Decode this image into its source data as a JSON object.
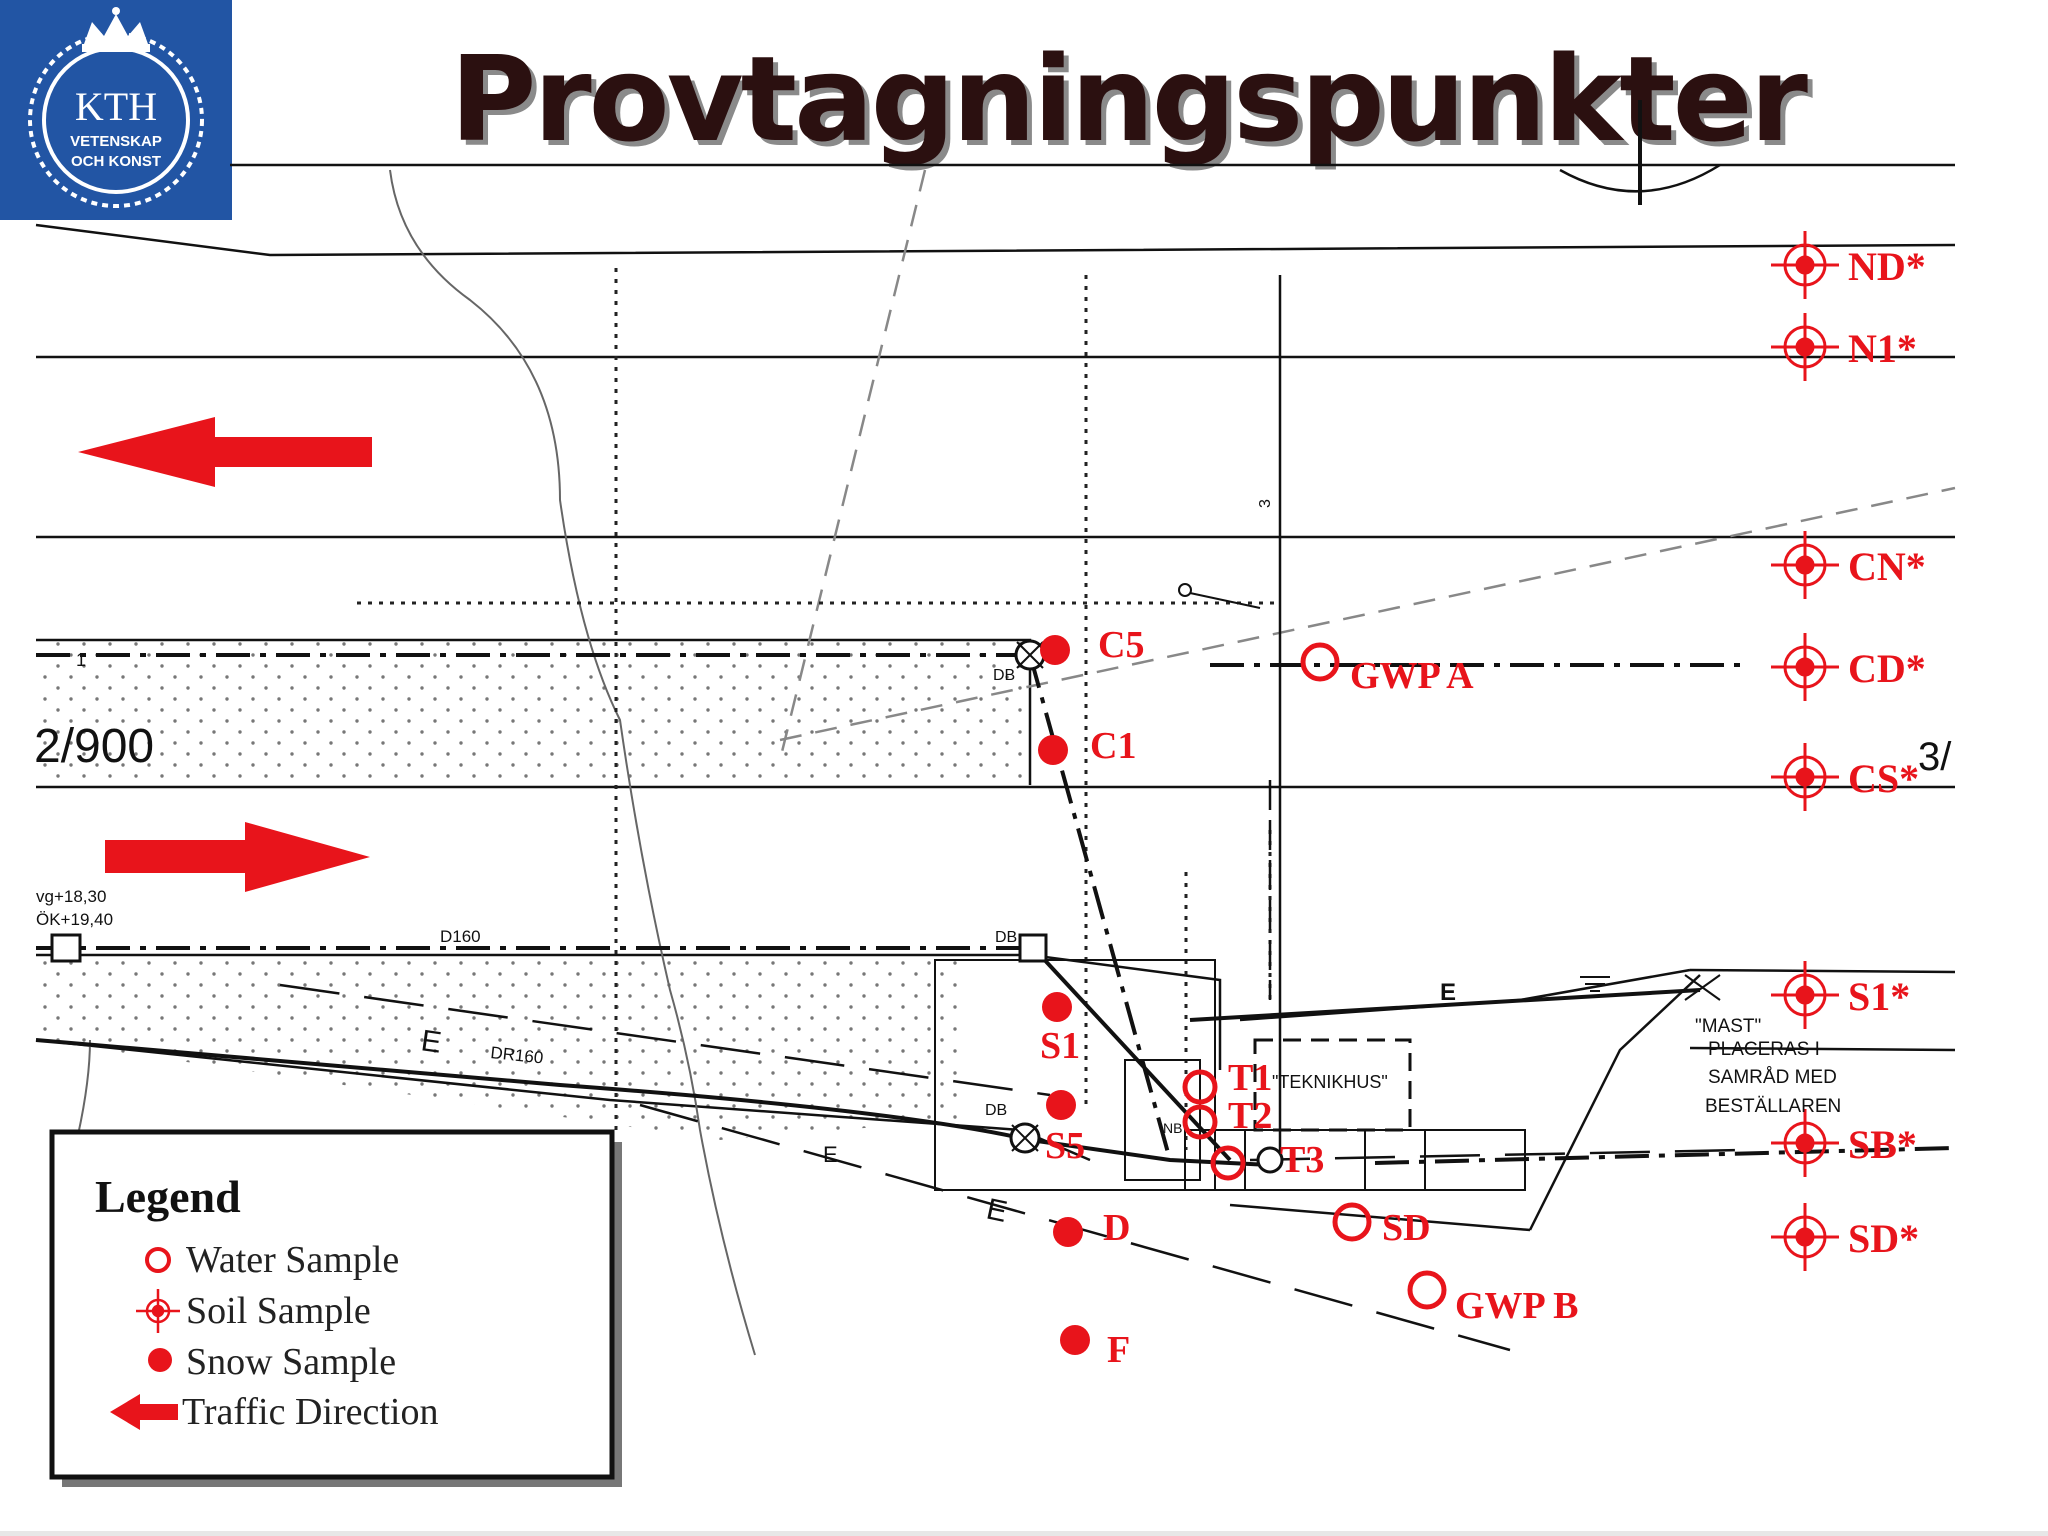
{
  "title": "Provtagningspunkter",
  "logo": {
    "name": "KTH",
    "line1": "VETENSKAP",
    "line2": "OCH KONST"
  },
  "colors": {
    "sample_red": "#e8141b",
    "logo_blue": "#2255a4",
    "title_dark": "#2b1010",
    "line_black": "#111111"
  },
  "legend": {
    "title": "Legend",
    "items": [
      {
        "symbol": "water-sample-icon",
        "label": "Water Sample"
      },
      {
        "symbol": "soil-sample-icon",
        "label": "Soil Sample"
      },
      {
        "symbol": "snow-sample-icon",
        "label": "Snow Sample"
      },
      {
        "symbol": "traffic-direction-icon",
        "label": "Traffic Direction"
      }
    ]
  },
  "sample_points": {
    "soil": [
      "ND*",
      "N1*",
      "CN*",
      "CD*",
      "CS*",
      "S1*",
      "SB*",
      "SD*"
    ],
    "water": [
      "GWP A",
      "T1",
      "T2",
      "T3",
      "SD",
      "GWP B"
    ],
    "snow": [
      "C5",
      "C1",
      "S1",
      "S5",
      "D",
      "F"
    ]
  },
  "drawing_labels": {
    "road_number": "2/900",
    "edge_fragment": "3/",
    "level_1": "vg+18,30",
    "level_2": "ÖK+19,40",
    "pipe_d160": "D160",
    "pipe_dr160": "DR160",
    "db": "DB",
    "nb": "NB",
    "cable_e": "E",
    "marker_3": "3",
    "tick_1": "1",
    "building": "\"TEKNIKHUS\"",
    "mast_note": [
      "\"MAST\"",
      "PLACERAS I",
      "SAMRÅD MED",
      "BESTÄLLAREN"
    ]
  }
}
